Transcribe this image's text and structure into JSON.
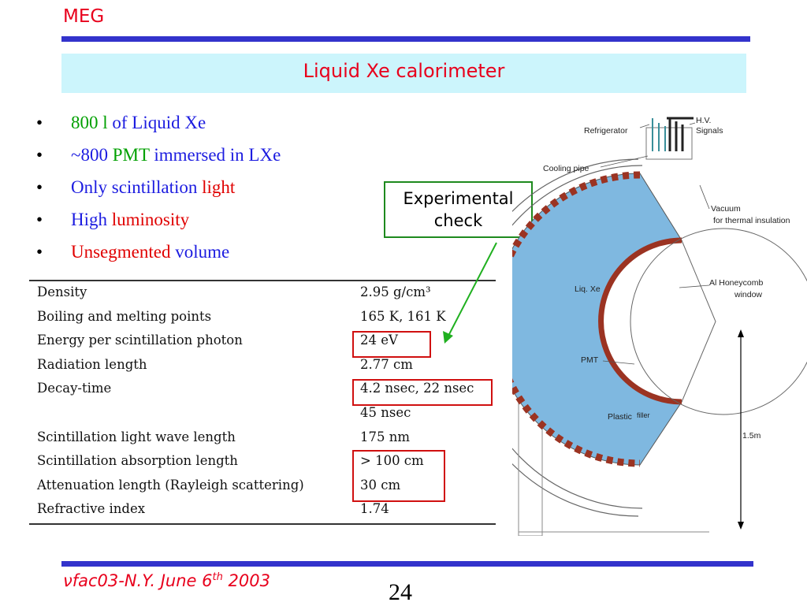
{
  "header": {
    "brand": "MEG",
    "title": "Liquid Xe calorimeter"
  },
  "bullets": [
    {
      "parts": [
        {
          "text": "800 l ",
          "color": "green"
        },
        {
          "text": "of Liquid Xe",
          "color": "blue"
        }
      ]
    },
    {
      "parts": [
        {
          "text": "~800 ",
          "color": "blue"
        },
        {
          "text": "PMT ",
          "color": "green"
        },
        {
          "text": "immersed in LXe",
          "color": "blue"
        }
      ]
    },
    {
      "parts": [
        {
          "text": "Only scintillation ",
          "color": "blue"
        },
        {
          "text": "light",
          "color": "red"
        }
      ]
    },
    {
      "parts": [
        {
          "text": "High ",
          "color": "blue"
        },
        {
          "text": "luminosity",
          "color": "red"
        }
      ]
    },
    {
      "parts": [
        {
          "text": "Unsegmented ",
          "color": "red"
        },
        {
          "text": "volume",
          "color": "blue"
        }
      ]
    }
  ],
  "callout": {
    "line1": "Experimental",
    "line2": "check"
  },
  "properties_table": [
    {
      "property": "Density",
      "value": "2.95 g/cm³",
      "highlight": false
    },
    {
      "property": "Boiling and melting points",
      "value": "165 K, 161 K",
      "highlight": false
    },
    {
      "property": "Energy per scintillation photon",
      "value": "24 eV",
      "highlight": true
    },
    {
      "property": "Radiation length",
      "value": "2.77 cm",
      "highlight": false
    },
    {
      "property": "Decay-time",
      "value": "4.2 nsec, 22 nsec",
      "highlight": true
    },
    {
      "property": "",
      "value": "45 nsec",
      "highlight": false
    },
    {
      "property": "Scintillation light wave length",
      "value": "175 nm",
      "highlight": false
    },
    {
      "property": "Scintillation absorption length",
      "value": "> 100 cm",
      "highlight": true
    },
    {
      "property": "Attenuation length (Rayleigh scattering)",
      "value": "30 cm",
      "highlight": true
    },
    {
      "property": "Refractive index",
      "value": "1.74",
      "highlight": false
    }
  ],
  "diagram_labels": {
    "refrigerator": "Refrigerator",
    "hv": "H.V.",
    "signals": "Signals",
    "cooling_pipe": "Cooling pipe",
    "vacuum": "Vacuum",
    "thermal": "for thermal insulation",
    "liq_xe": "Liq. Xe",
    "al_honeycomb": "Al Honeycomb",
    "window": "window",
    "pmt": "PMT",
    "plastic": "Plastic",
    "filler": "filler",
    "size": "1.5m"
  },
  "footer": {
    "prefix": "ν",
    "text": "fac03-N.Y. June 6",
    "sup": "th",
    "year": " 2003"
  },
  "page_number": "24",
  "colors": {
    "accent_red": "#e8001c",
    "bar_blue": "#3333cc",
    "title_bg": "#ccf5fc",
    "lxe": "#7fb8e0",
    "pmt_brown": "#9b3322",
    "callout_green": "#1e8a1e"
  }
}
